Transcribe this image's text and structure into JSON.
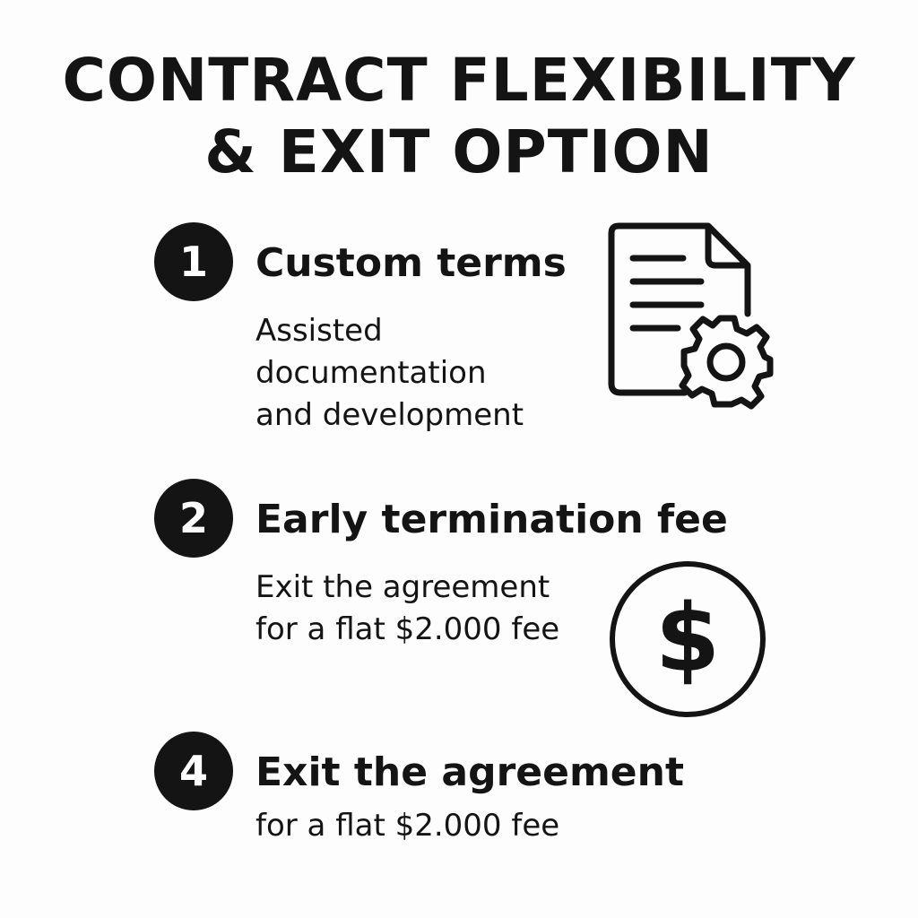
{
  "title": {
    "line1": "CONTRACT FLEXIBILITY",
    "line2": "& EXIT OPTION"
  },
  "items": [
    {
      "number": "1",
      "heading": "Custom terms",
      "body_lines": [
        "Assisted",
        "documentation",
        "and development"
      ],
      "icon": "document-gear-icon"
    },
    {
      "number": "2",
      "heading": "Early termination fee",
      "body_lines": [
        "Exit the agreement",
        "for a flat $2.000 fee"
      ],
      "icon": "dollar-circle-icon"
    },
    {
      "number": "4",
      "heading": "Exit the agreement",
      "body_lines": [
        "for a flat $2.000 fee"
      ]
    }
  ],
  "colors": {
    "ink": "#141414",
    "background": "#fdfdfd"
  }
}
